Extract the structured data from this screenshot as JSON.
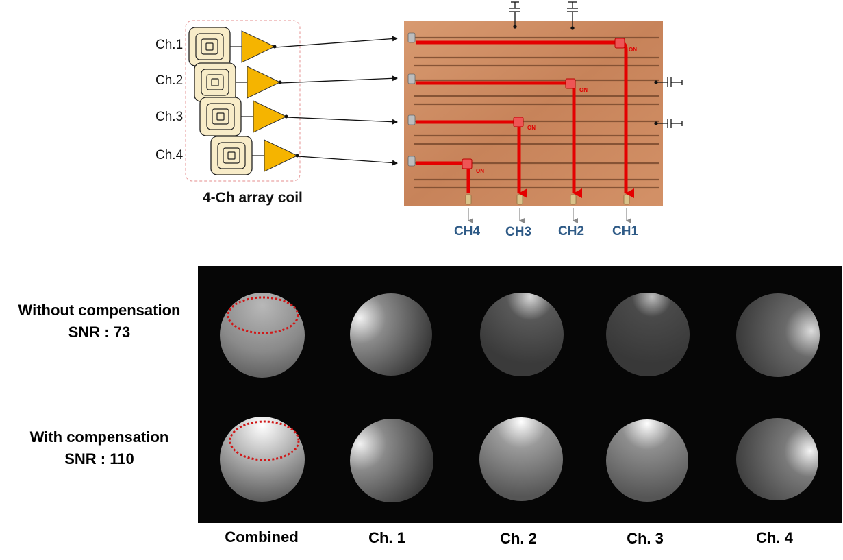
{
  "coil": {
    "channels": [
      "Ch.1",
      "Ch.2",
      "Ch.3",
      "Ch.4"
    ],
    "caption": "4-Ch array coil"
  },
  "board": {
    "on_label": "ON",
    "outputs": [
      "CH4",
      "CH3",
      "CH2",
      "CH1"
    ]
  },
  "mri": {
    "rows": [
      {
        "title": "Without compensation",
        "snr": "SNR : 73"
      },
      {
        "title": "With compensation",
        "snr": "SNR : 110"
      }
    ],
    "columns": [
      "Combined",
      "Ch. 1",
      "Ch. 2",
      "Ch. 3",
      "Ch. 4"
    ]
  },
  "colors": {
    "amplifier": "#f5b400",
    "coil_fill": "#f8ecc8",
    "board": "#c8825a",
    "signal_path": "#e40000",
    "output_label": "#2e5a86"
  }
}
